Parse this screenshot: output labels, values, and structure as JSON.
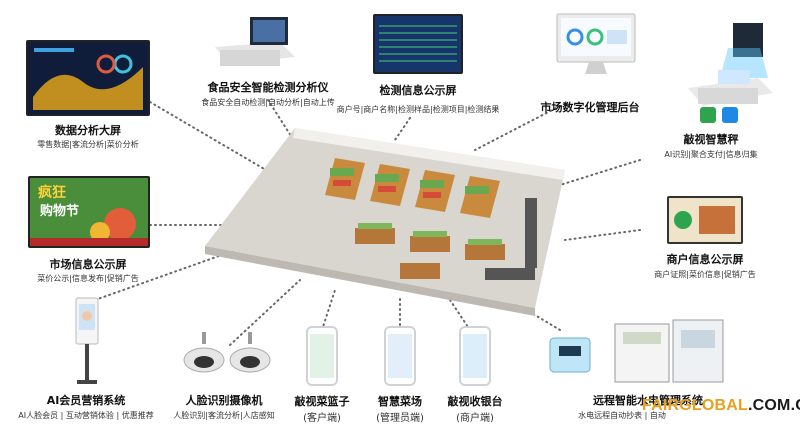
{
  "nodes": {
    "data_screen": {
      "title": "数据分析大屏",
      "sub": "零售数据|客流分析|菜价分析"
    },
    "food_safety": {
      "title": "食品安全智能检测分析仪",
      "sub": "食品安全自动检测|自动分析|自动上传"
    },
    "detect_board": {
      "title": "检测信息公示屏",
      "sub": "商户号|商户名称|检测样品|检测项目|检测结果"
    },
    "mgmt": {
      "title": "市场数字化管理后台",
      "sub": ""
    },
    "scale": {
      "title": "敲视智慧秤",
      "sub": "AI识别|聚合支付|信息归集"
    },
    "market_board": {
      "title": "市场信息公示屏",
      "sub": "菜价公示|信息发布|促销广告",
      "screen_text_1": "疯狂",
      "screen_text_2": "购物节"
    },
    "merchant_board": {
      "title": "商户信息公示屏",
      "sub": "商户证照|菜价信息|促销广告"
    },
    "ai_member": {
      "title": "AI会员营销系统",
      "sub": "AI人脸会员 | 互动营销体验 | 优惠推荐"
    },
    "face_cam": {
      "title": "人脸识别摄像机",
      "sub": "人脸识别|客流分析|人店感知"
    },
    "basket": {
      "title": "敲视菜篮子",
      "sub": "(客户端)"
    },
    "smart_market": {
      "title": "智慧菜场",
      "sub": "(管理员端)"
    },
    "cashier": {
      "title": "敲视收银台",
      "sub": "(商户端)"
    },
    "utility": {
      "title": "远程智能水电管理系统",
      "sub": "水电远程自动抄表 | 自动"
    }
  },
  "watermark": {
    "part1": "FAIRGLOBAL",
    "part2": ".COM.CN"
  },
  "colors": {
    "floor": "#d9d6d0",
    "wall": "#f2f0ec",
    "shelf": "#c98a3e",
    "produce_green": "#6aa84f",
    "produce_red": "#d64a3a",
    "screen_dark": "#1b2b4a",
    "accent_green": "#2ea44f"
  }
}
